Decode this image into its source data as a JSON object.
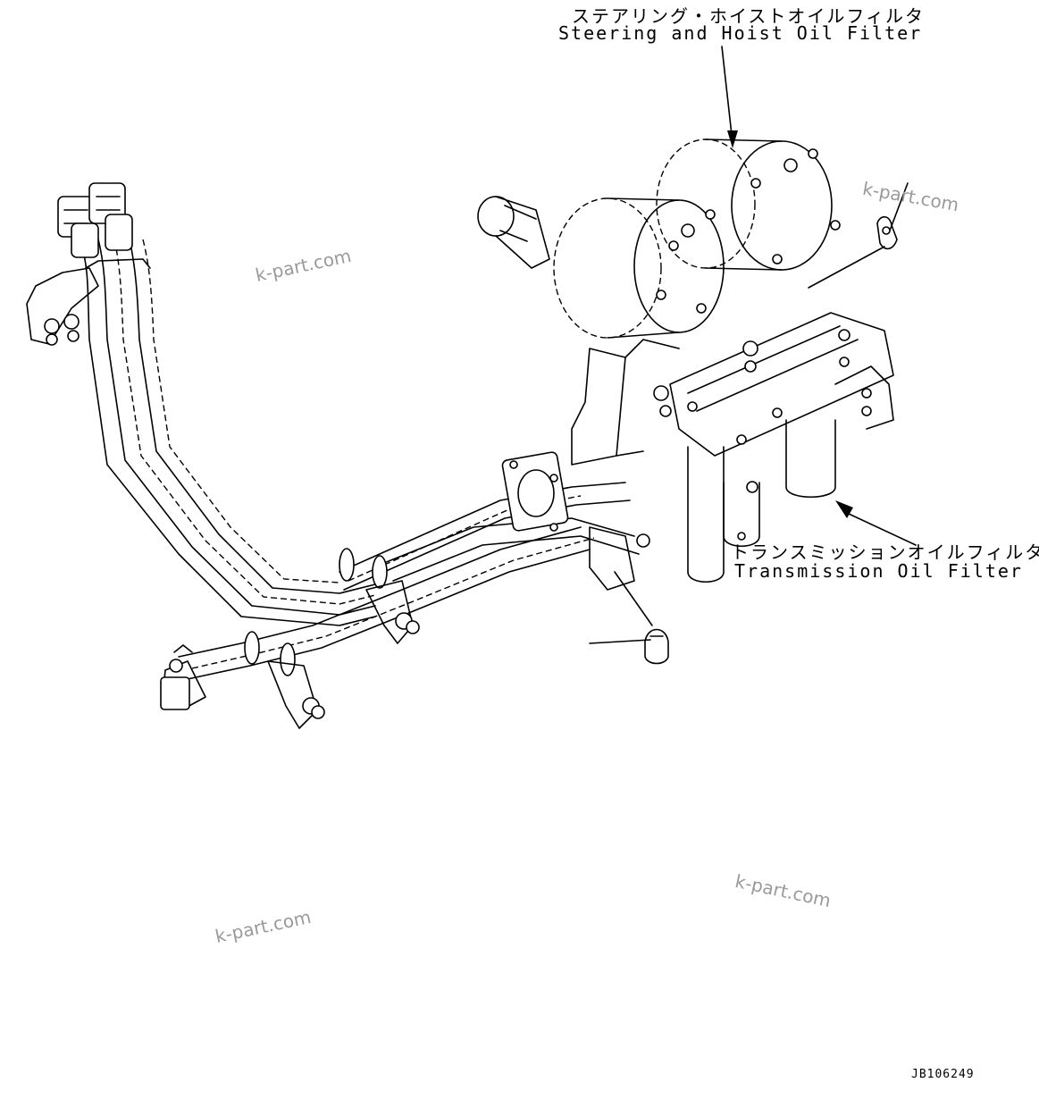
{
  "labels": {
    "steering_jp": "ステアリング・ホイストオイルフィルタ",
    "steering_en": "Steering and Hoist Oil Filter",
    "transmission_jp": "トランスミッションオイルフィルタ",
    "transmission_en": "Transmission Oil Filter"
  },
  "watermarks": [
    "k-part.com",
    "k-part.com",
    "k-part.com",
    "k-part.com"
  ],
  "drawing_code": "JB106249"
}
